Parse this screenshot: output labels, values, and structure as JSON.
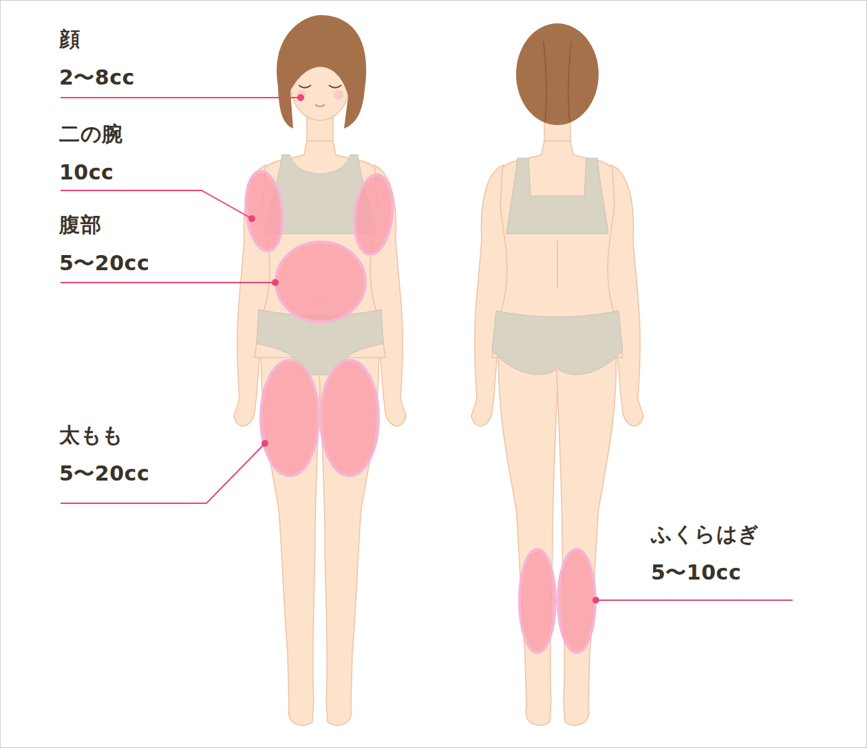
{
  "diagram": {
    "labels": [
      "顔",
      "2〜8cc",
      "二の腕",
      "10cc",
      "腹部",
      "5〜20cc",
      "太もも",
      "5〜20cc",
      "ふくらはぎ",
      "5〜10cc"
    ]
  }
}
